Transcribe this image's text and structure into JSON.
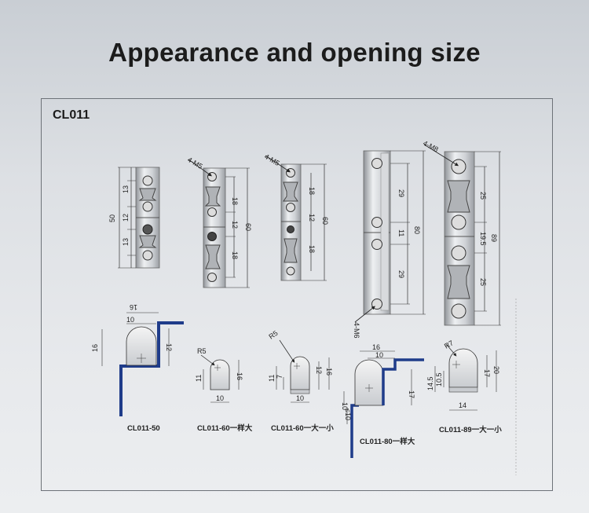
{
  "title": "Appearance and opening size",
  "frame_label": "CL011",
  "hinges": {
    "h1": {
      "d_top": "13",
      "d_mid": "12",
      "d_bot": "13",
      "d_total": "50"
    },
    "h2": {
      "hole": "4-M5",
      "d_top": "18",
      "d_mid": "12",
      "d_bot": "18",
      "d_total": "60"
    },
    "h3": {
      "hole": "4-M5",
      "d_top": "18",
      "d_mid": "12",
      "d_bot": "18",
      "d_total": "60"
    },
    "h4": {
      "hole": "4-M6",
      "d_top": "29",
      "d_mid": "11",
      "d_bot": "29",
      "d_total": "80"
    },
    "h5": {
      "hole": "4-M8",
      "d_top": "25",
      "d_mid": "19.5",
      "d_bot": "25",
      "d_total": "89"
    }
  },
  "openings": {
    "o1": {
      "caption": "CL011-50",
      "d_width_outer": "16",
      "d_width_inner": "10",
      "d_height": "16",
      "d_right": "12"
    },
    "o2": {
      "caption": "CL011-60一样大",
      "radius": "R5",
      "d_h_left": "11",
      "d_h_right": "16",
      "d_width": "10"
    },
    "o3": {
      "caption": "CL011-60一大一小",
      "radius": "R5",
      "d_h_left1": "11",
      "d_h_left2": "7",
      "d_h_right1": "12",
      "d_h_right2": "16",
      "d_width": "10"
    },
    "o4": {
      "caption": "CL011-80一样大",
      "d_top1": "16",
      "d_top2": "10",
      "d_right": "17",
      "d_gap": "10",
      "d_gap2": "≤10"
    },
    "o5": {
      "caption": "CL011-89一大一小",
      "radius": "R7",
      "d_h_left1": "14.5",
      "d_h_left2": "10.5",
      "d_h_right1": "17",
      "d_h_right2": "20",
      "d_width": "14"
    }
  }
}
